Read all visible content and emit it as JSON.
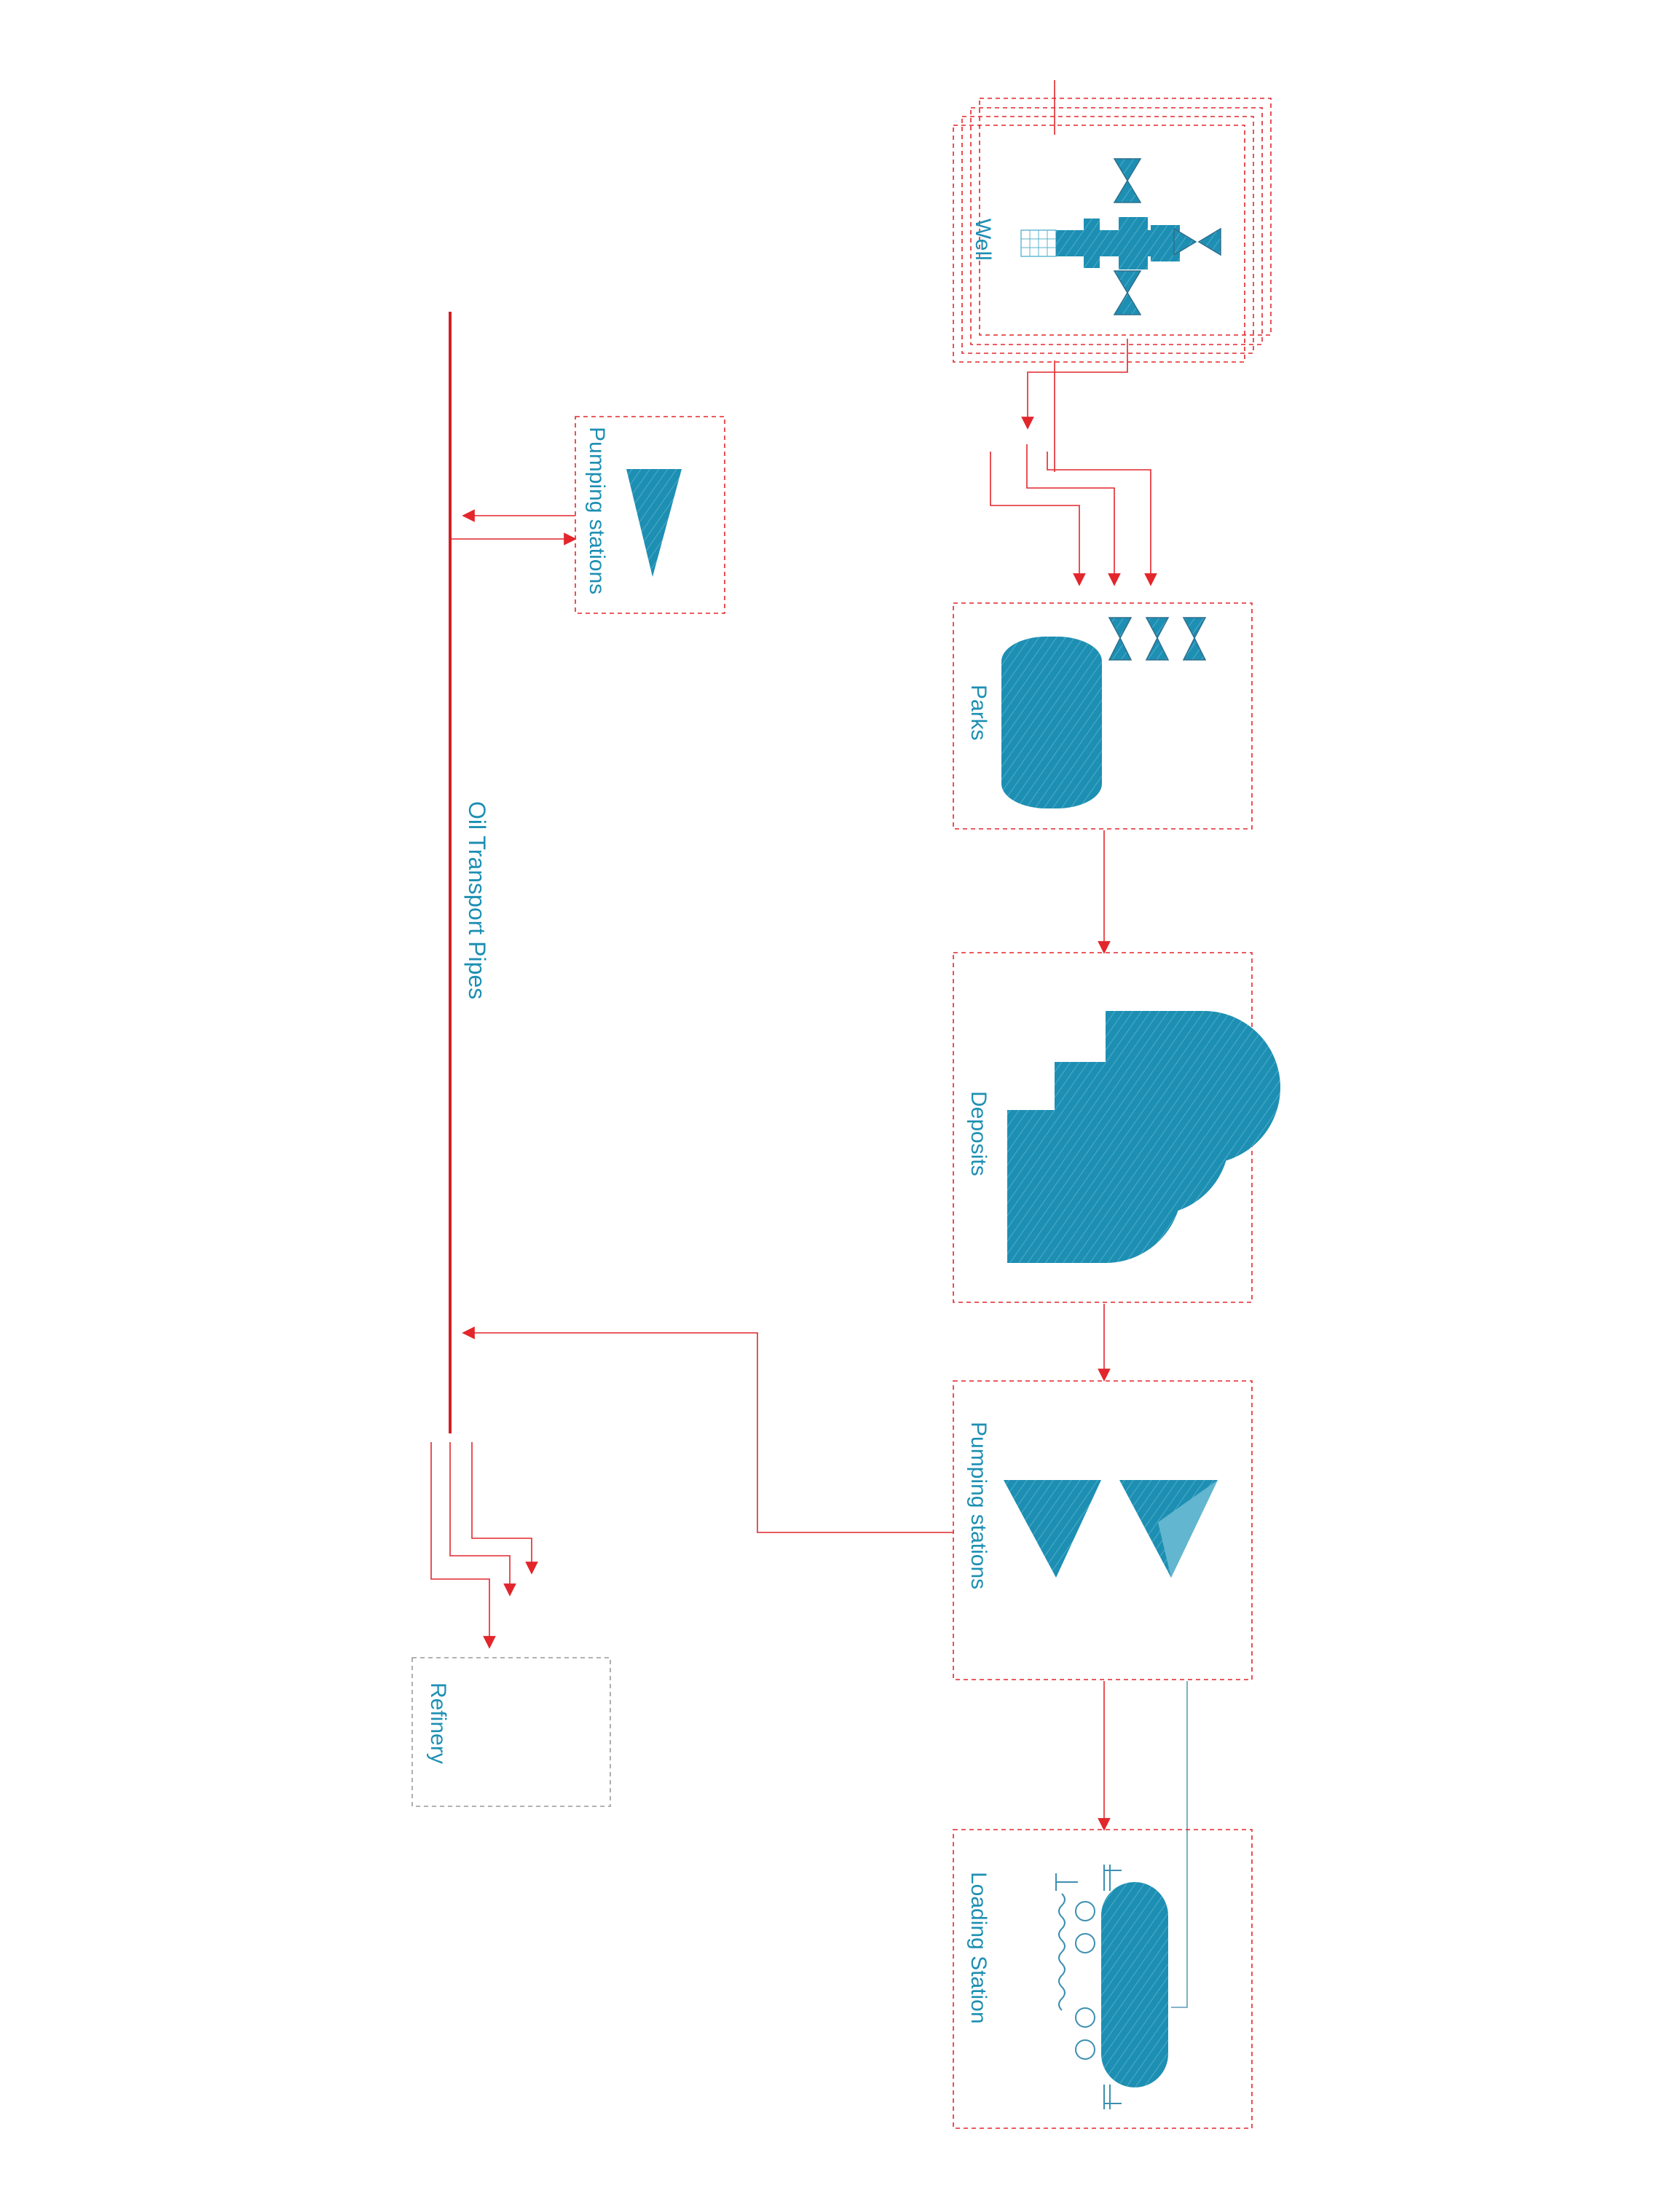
{
  "labels": {
    "well": "Well",
    "parks": "Parks",
    "deposits": "Deposits",
    "pumping_upper": "Pumping stations",
    "pumping_lower": "Pumping stations",
    "loading": "Loading Station",
    "refinery": "Refinery",
    "pipes": "Oil Transport Pipes"
  },
  "colors": {
    "flow_line": "#e2262c",
    "symbol_fill": "#1d8fb3",
    "label_text": "#1d8fb3",
    "refinery_box": "#9a9a9a"
  },
  "icons": [
    "wellhead-icon",
    "valve-icon",
    "tank-icon",
    "deposit-tanks-icon",
    "pump-icon",
    "rail-tank-car-icon",
    "arrow-icon"
  ]
}
